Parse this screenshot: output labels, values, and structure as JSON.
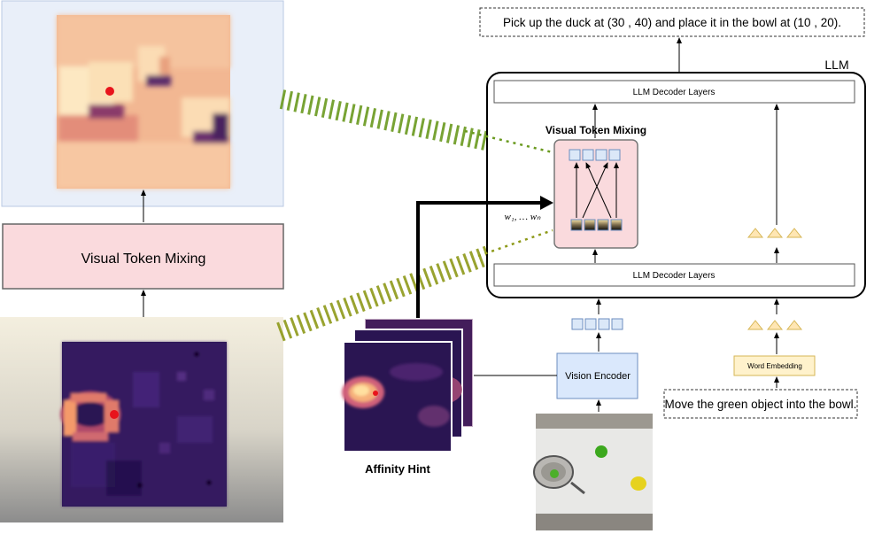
{
  "instruction_output": "Pick up the duck at (30 , 40) and place it in the bowl at (10 , 20).",
  "instruction_input": "Move the green object into the bowl.",
  "llm_label": "LLM",
  "decoder_top_label": "LLM Decoder Layers",
  "decoder_bottom_label": "LLM Decoder Layers",
  "vtm_inner_title": "Visual Token Mixing",
  "vtm_left_label": "Visual Token Mixing",
  "w_label": "w₁, … wₙ",
  "vision_encoder_label": "Vision Encoder",
  "word_embedding_label": "Word Embedding",
  "affinity_hint_label": "Affinity Hint",
  "colors": {
    "token_blue": "#dbe8f8",
    "token_blue_border": "#6c8ebf",
    "pink_box": "#fadadd",
    "pink_border": "#b85450",
    "word_emb_fill": "#fff2cc",
    "word_emb_border": "#d6b656",
    "triangle_fill": "#ffe6b3",
    "green_dash": "#6a9a1f",
    "panel_top_bg": "#e8eef8",
    "panel_bottom_top": "#f3eedc",
    "panel_bottom_bottom": "#8a8a8a"
  }
}
